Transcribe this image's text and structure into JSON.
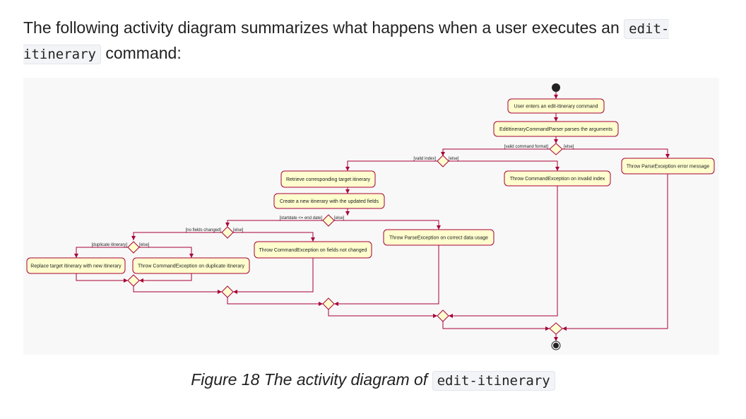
{
  "intro": {
    "text_before": "The following activity diagram summarizes what happens when a user executes an ",
    "command": "edit-itinerary",
    "text_after": " command:"
  },
  "diagram": {
    "colors": {
      "activity_fill": "#fefece",
      "border": "#a80036",
      "panel": "#f8f8f8"
    },
    "activities": {
      "enter_command": "User enters an edit-itinerary command",
      "parse_args": "EditItineraryCommandParser parses the arguments",
      "throw_parse_format": "Throw ParseException error message",
      "retrieve_target": "Retrieve corresponding target itinerary",
      "throw_invalid_index": "Throw CommandException on invalid index",
      "create_new": "Create a new itinerary with the updated fields",
      "throw_parse_date": "Throw ParseException on correct data usage",
      "throw_not_changed": "Throw CommandException on fields not changed",
      "replace_target": "Replace target itinerary with new itinerary",
      "throw_duplicate": "Throw CommandException on duplicate itinerary"
    },
    "guards": {
      "valid_format": "[valid command format]",
      "else_format": "[else]",
      "valid_index": "[valid index]",
      "else_index": "[else]",
      "date_check": "[startdate <= end date]",
      "else_date": "[else]",
      "no_fields_changed": "[no fields changed]",
      "else_fields": "[else]",
      "duplicate": "[duplicate itinerary]",
      "else_duplicate": "[else]"
    }
  },
  "caption": {
    "prefix": "Figure 18 The activity diagram of ",
    "command": "edit-itinerary"
  }
}
